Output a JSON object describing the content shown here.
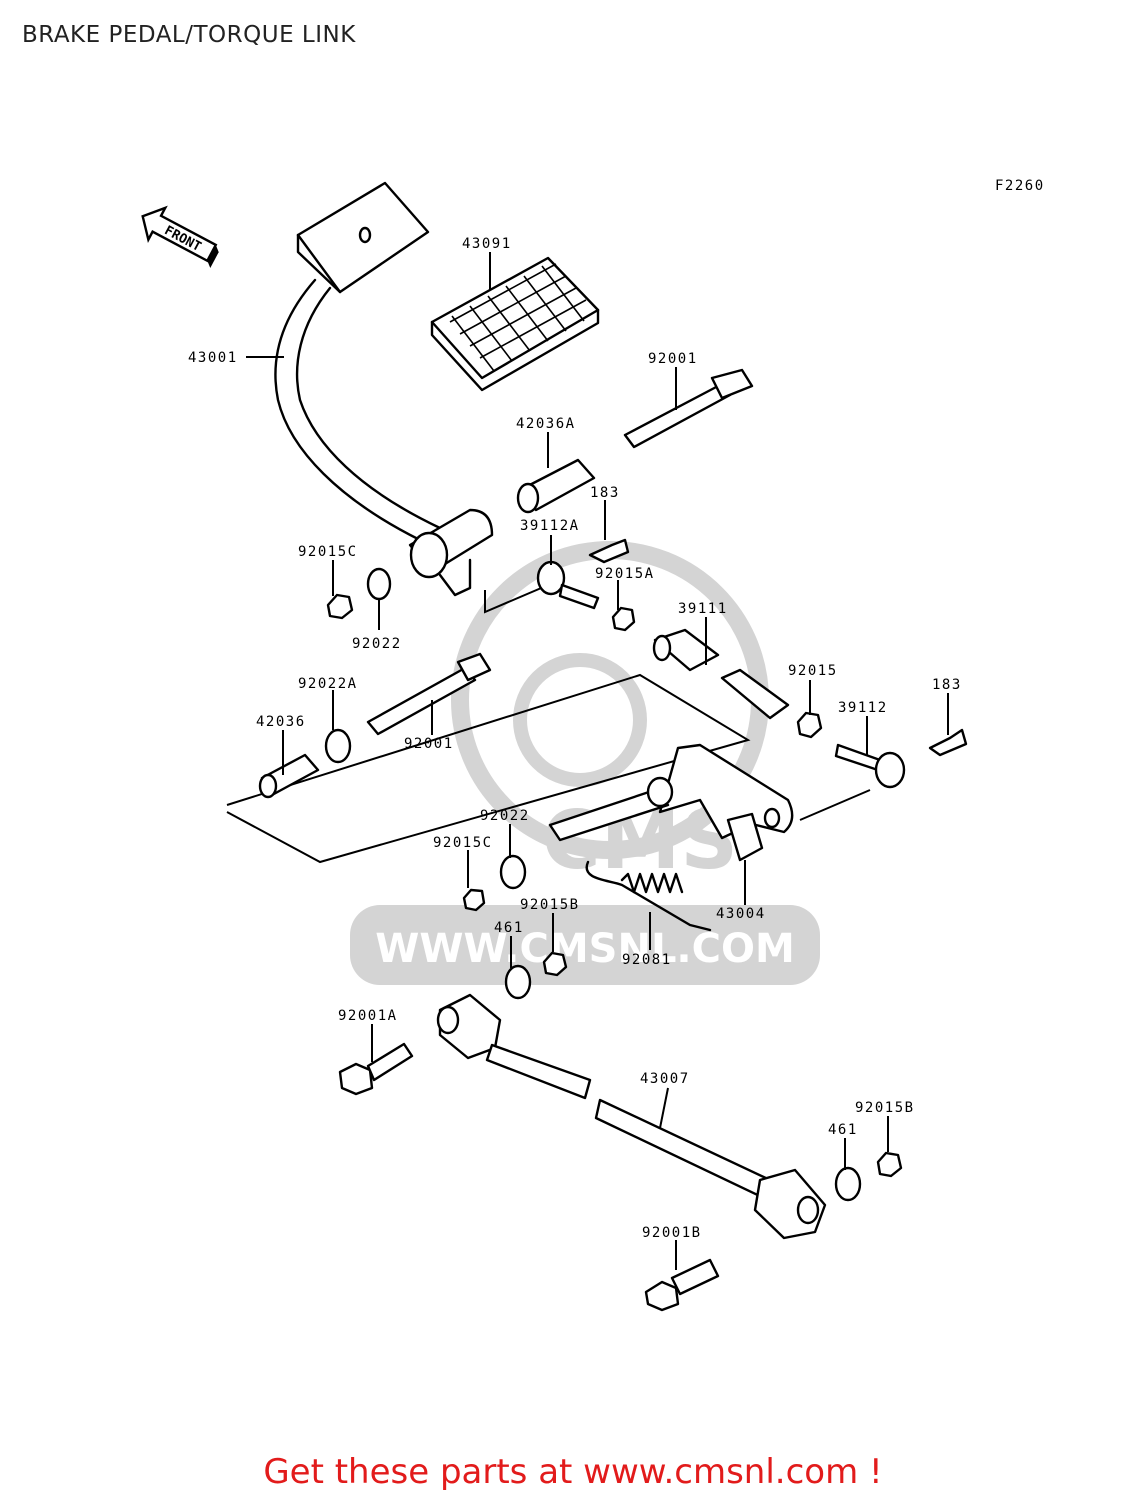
{
  "title": "BRAKE PEDAL/TORQUE LINK",
  "figure_code": "F2260",
  "front_marker": "FRONT",
  "watermark": {
    "logo_text": "CMS",
    "url_text": "WWW.CMSNL.COM"
  },
  "footer_text": "Get these parts at www.cmsnl.com !",
  "colors": {
    "footer": "#e21b1b",
    "lines": "#000000",
    "watermark": "#d4d4d4"
  },
  "callouts": [
    {
      "part": "43091"
    },
    {
      "part": "43001"
    },
    {
      "part": "92001"
    },
    {
      "part": "42036A"
    },
    {
      "part": "183"
    },
    {
      "part": "39112A"
    },
    {
      "part": "92015C"
    },
    {
      "part": "92015A"
    },
    {
      "part": "92022"
    },
    {
      "part": "39111"
    },
    {
      "part": "92015"
    },
    {
      "part": "183"
    },
    {
      "part": "92022A"
    },
    {
      "part": "39112"
    },
    {
      "part": "42036"
    },
    {
      "part": "92001"
    },
    {
      "part": "92022"
    },
    {
      "part": "92015C"
    },
    {
      "part": "43004"
    },
    {
      "part": "92015B"
    },
    {
      "part": "461"
    },
    {
      "part": "92081"
    },
    {
      "part": "92001A"
    },
    {
      "part": "43007"
    },
    {
      "part": "92015B"
    },
    {
      "part": "461"
    },
    {
      "part": "92001B"
    }
  ]
}
